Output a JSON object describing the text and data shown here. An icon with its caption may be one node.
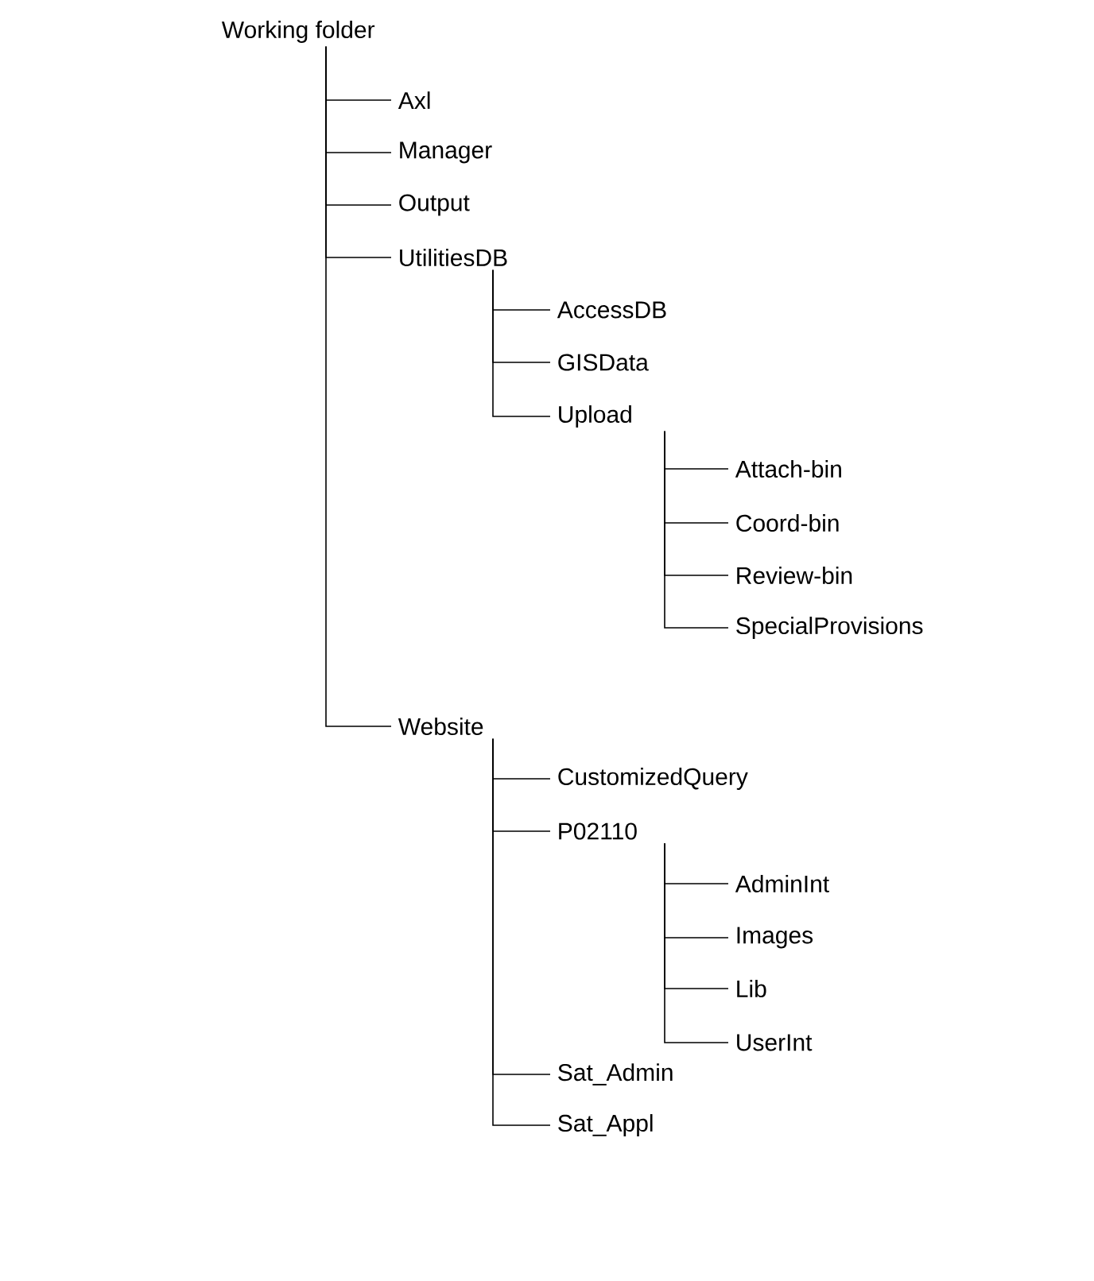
{
  "diagram": {
    "nodes": [
      {
        "text": [
          "Working folder"
        ]
      },
      {
        "text": [
          "Axl"
        ]
      },
      {
        "text": [
          "Manager"
        ]
      },
      {
        "text": [
          "Output"
        ]
      },
      {
        "text": [
          "UtilitiesDB"
        ]
      },
      {
        "text": [
          "AccessDB"
        ]
      },
      {
        "text": [
          "GISData"
        ]
      },
      {
        "text": [
          "Upload"
        ]
      },
      {
        "text": [
          "Attach-bin"
        ]
      },
      {
        "text": [
          "Coord-bin"
        ]
      },
      {
        "text": [
          "Review-bin"
        ]
      },
      {
        "text": [
          "SpecialProvisions"
        ]
      },
      {
        "text": [
          "Website"
        ]
      },
      {
        "text": [
          "CustomizedQuery"
        ]
      },
      {
        "text": [
          "P02110"
        ]
      },
      {
        "text": [
          "AdminInt"
        ]
      },
      {
        "text": [
          "Images"
        ]
      },
      {
        "text": [
          "Lib"
        ]
      },
      {
        "text": [
          "UserInt"
        ]
      },
      {
        "text": [
          "Sat_Admin"
        ]
      },
      {
        "text": [
          "Sat_Appl"
        ]
      }
    ],
    "edges": [
      {
        "from": 0,
        "to": 1,
        "arrow": "none"
      },
      {
        "from": 0,
        "to": 2,
        "arrow": "none"
      },
      {
        "from": 0,
        "to": 3,
        "arrow": "none"
      },
      {
        "from": 0,
        "to": 4,
        "arrow": "none"
      },
      {
        "from": 4,
        "to": 5,
        "arrow": "none"
      },
      {
        "from": 4,
        "to": 6,
        "arrow": "none"
      },
      {
        "from": 4,
        "to": 7,
        "arrow": "none"
      },
      {
        "from": 7,
        "to": 8,
        "arrow": "none"
      },
      {
        "from": 7,
        "to": 9,
        "arrow": "none"
      },
      {
        "from": 7,
        "to": 10,
        "arrow": "none"
      },
      {
        "from": 7,
        "to": 11,
        "arrow": "none"
      },
      {
        "from": 0,
        "to": 12,
        "arrow": "none"
      },
      {
        "from": 12,
        "to": 13,
        "arrow": "none"
      },
      {
        "from": 12,
        "to": 14,
        "arrow": "none"
      },
      {
        "from": 14,
        "to": 15,
        "arrow": "none"
      },
      {
        "from": 14,
        "to": 16,
        "arrow": "none"
      },
      {
        "from": 14,
        "to": 17,
        "arrow": "none"
      },
      {
        "from": 14,
        "to": 18,
        "arrow": "none"
      },
      {
        "from": 12,
        "to": 19,
        "arrow": "none"
      },
      {
        "from": 12,
        "to": 20,
        "arrow": "none"
      }
    ]
  }
}
